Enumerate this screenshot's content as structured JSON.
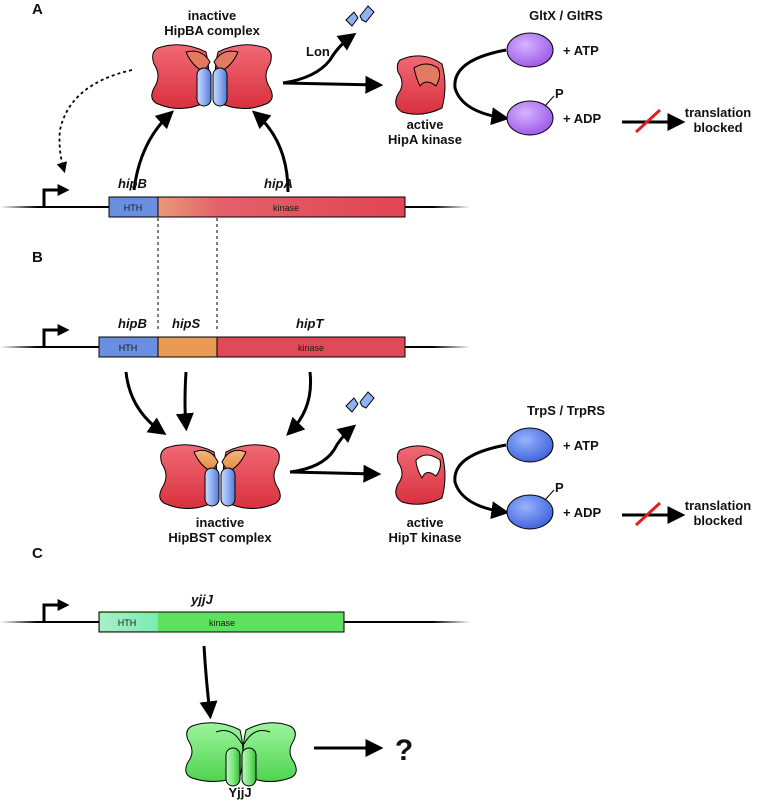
{
  "panels": {
    "a": {
      "letter": "A",
      "complex_label_1": "inactive",
      "complex_label_2": "HipBA complex",
      "protease": "Lon",
      "gene_hipB": "hipB",
      "gene_hipA": "hipA",
      "domain_hth": "HTH",
      "domain_kinase": "kinase",
      "kinase_label_1": "active",
      "kinase_label_2": "HipA kinase",
      "substrate_title": "GltX / GltRS",
      "atp": "+ ATP",
      "adp": "+ ADP",
      "phospho": "P",
      "outcome_1": "translation",
      "outcome_2": "blocked"
    },
    "b": {
      "letter": "B",
      "gene_hipB": "hipB",
      "gene_hipS": "hipS",
      "gene_hipT": "hipT",
      "domain_hth": "HTH",
      "domain_kinase": "kinase",
      "complex_label_1": "inactive",
      "complex_label_2": "HipBST complex",
      "kinase_label_1": "active",
      "kinase_label_2": "HipT kinase",
      "substrate_title": "TrpS / TrpRS",
      "atp": "+ ATP",
      "adp": "+ ADP",
      "phospho": "P",
      "outcome_1": "translation",
      "outcome_2": "blocked"
    },
    "c": {
      "letter": "C",
      "gene_yjjJ": "yjjJ",
      "domain_hth": "HTH",
      "domain_kinase": "kinase",
      "protein_label": "YjjJ",
      "outcome": "?"
    }
  },
  "colors": {
    "kinase_red": "#e8404e",
    "hipB_blue": "#6a8ee0",
    "hipS_orange": "#e99a55",
    "substrate_purple": "#a86be6",
    "substrate_blue": "#4a6ee0",
    "yjjJ_green": "#5fe05f",
    "inhibit_red": "#e02020"
  }
}
